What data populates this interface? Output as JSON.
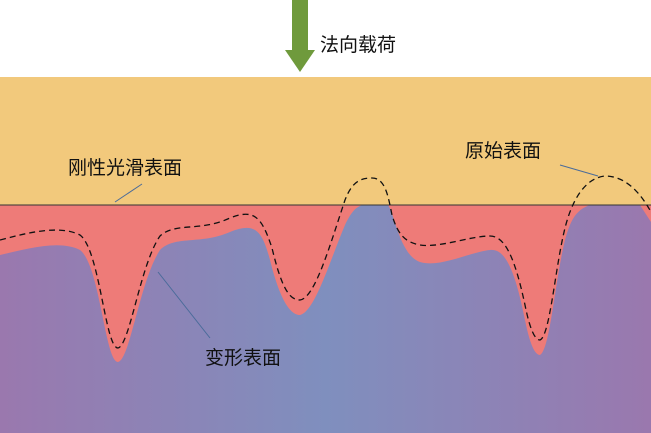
{
  "labels": {
    "load": "法向载荷",
    "rigid_surface": "刚性光滑表面",
    "original_surface": "原始表面",
    "deformed_surface": "变形表面"
  },
  "colors": {
    "rigid_body": "#F2C97C",
    "deformation": "#EE7B78",
    "substrate_left": "#9A78AE",
    "substrate_mid": "#7F8FBE",
    "arrow": "#6F9A3C"
  }
}
